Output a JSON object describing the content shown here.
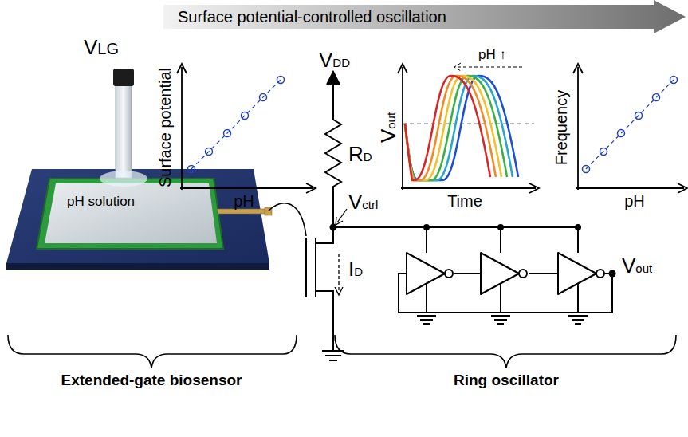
{
  "diagram": {
    "nodes": [
      {
        "text": [
          "Surface potential-controlled oscillation"
        ]
      }
    ],
    "edges": [],
    "labels": [
      "VLG",
      "pH solution",
      "Surface potential",
      "pH",
      "VDD",
      "RD",
      "Vctrl",
      "ID",
      "Vout",
      "Time",
      "pH ↑",
      "Frequency",
      "pH",
      "Vout",
      "Extended-gate biosensor",
      "Ring oscillator"
    ]
  }
}
